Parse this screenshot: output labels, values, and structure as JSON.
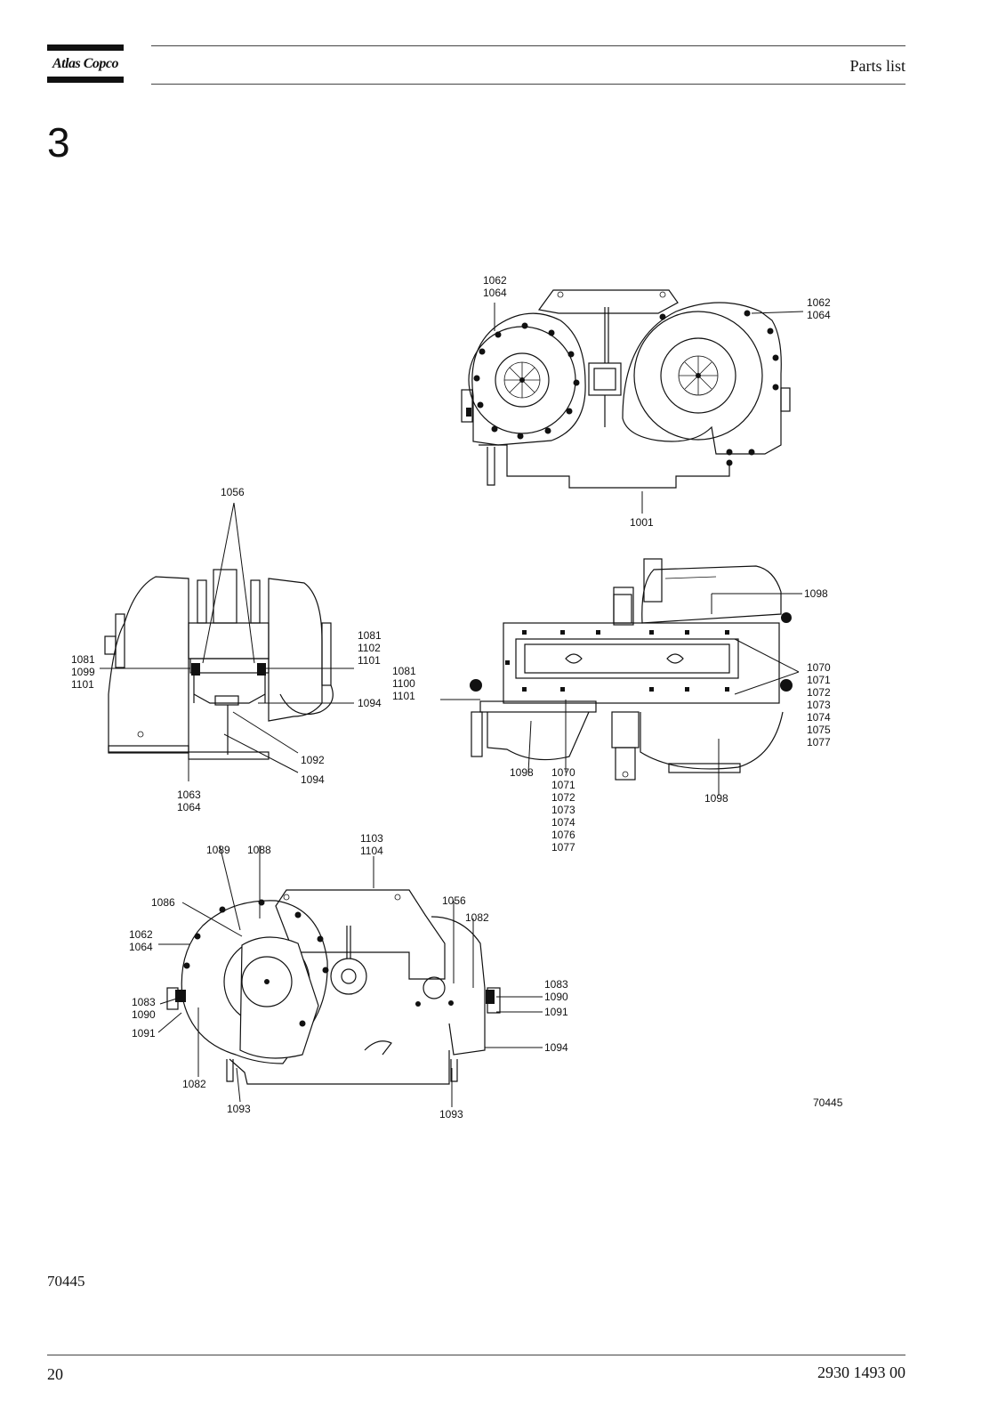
{
  "header": {
    "brand": "Atlas Copco",
    "section_title": "Parts list"
  },
  "chapter": "3",
  "figure": {
    "drawing_number": "70445",
    "views": {
      "top_right": {
        "callouts": [
          {
            "id": "tr-a",
            "lines": [
              "1062",
              "1064"
            ]
          },
          {
            "id": "tr-b",
            "lines": [
              "1062",
              "1064"
            ]
          },
          {
            "id": "tr-c",
            "lines": [
              "1001"
            ]
          }
        ]
      },
      "middle_left": {
        "callouts": [
          {
            "id": "ml-a",
            "lines": [
              "1056"
            ]
          },
          {
            "id": "ml-b",
            "lines": [
              "1081",
              "1099",
              "1101"
            ]
          },
          {
            "id": "ml-c",
            "lines": [
              "1081",
              "1102",
              "1101"
            ]
          },
          {
            "id": "ml-d",
            "lines": [
              "1094"
            ]
          },
          {
            "id": "ml-e",
            "lines": [
              "1092"
            ]
          },
          {
            "id": "ml-f",
            "lines": [
              "1094"
            ]
          },
          {
            "id": "ml-g",
            "lines": [
              "1063",
              "1064"
            ]
          }
        ]
      },
      "middle_right": {
        "callouts": [
          {
            "id": "mr-a",
            "lines": [
              "1098"
            ]
          },
          {
            "id": "mr-b",
            "lines": [
              "1081",
              "1100",
              "1101"
            ]
          },
          {
            "id": "mr-c",
            "lines": [
              "1070",
              "1071",
              "1072",
              "1073",
              "1074",
              "1075",
              "1077"
            ]
          },
          {
            "id": "mr-d",
            "lines": [
              "1098"
            ]
          },
          {
            "id": "mr-e",
            "lines": [
              "1070",
              "1071",
              "1072",
              "1073",
              "1074",
              "1076",
              "1077"
            ]
          },
          {
            "id": "mr-f",
            "lines": [
              "1098"
            ]
          }
        ]
      },
      "bottom": {
        "callouts": [
          {
            "id": "b-a",
            "lines": [
              "1089"
            ]
          },
          {
            "id": "b-b",
            "lines": [
              "1088"
            ]
          },
          {
            "id": "b-c",
            "lines": [
              "1103",
              "1104"
            ]
          },
          {
            "id": "b-d",
            "lines": [
              "1086"
            ]
          },
          {
            "id": "b-e",
            "lines": [
              "1062",
              "1064"
            ]
          },
          {
            "id": "b-f",
            "lines": [
              "1056"
            ]
          },
          {
            "id": "b-g",
            "lines": [
              "1082"
            ]
          },
          {
            "id": "b-h",
            "lines": [
              "1083",
              "1090"
            ]
          },
          {
            "id": "b-i",
            "lines": [
              "1091"
            ]
          },
          {
            "id": "b-j",
            "lines": [
              "1082"
            ]
          },
          {
            "id": "b-k",
            "lines": [
              "1093"
            ]
          },
          {
            "id": "b-l",
            "lines": [
              "1093"
            ]
          },
          {
            "id": "b-m",
            "lines": [
              "1083",
              "1090"
            ]
          },
          {
            "id": "b-n",
            "lines": [
              "1091"
            ]
          },
          {
            "id": "b-o",
            "lines": [
              "1094"
            ]
          }
        ]
      }
    }
  },
  "footer": {
    "figure_reference": "70445",
    "page_number": "20",
    "document_number": "2930 1493 00"
  }
}
